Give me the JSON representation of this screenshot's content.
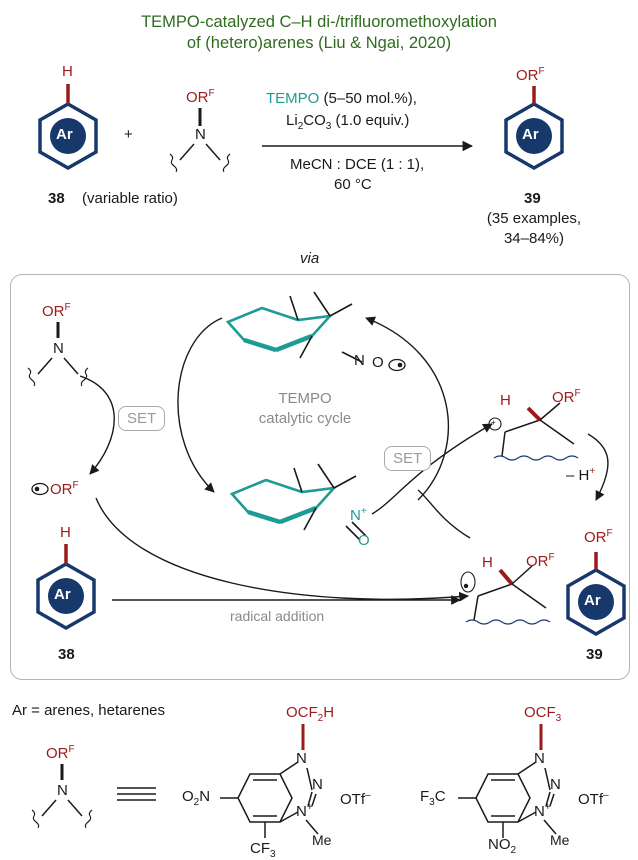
{
  "title": {
    "line1": "TEMPO-catalyzed C–H di-/trifluoromethoxylation",
    "line2": "of (hetero)arenes (Liu & Ngai, 2020)"
  },
  "atoms": {
    "H": "H",
    "Ar": "Ar",
    "OR": "OR",
    "F": "F",
    "N": "N",
    "O": "O",
    "Nplus": "N",
    "plus_sup": "+",
    "Me": "Me"
  },
  "scheme": {
    "plus_sign": "+",
    "substrate_number": "38",
    "substrate_note": "(variable ratio)",
    "product_number": "39",
    "product_note_line1": "(35 examples,",
    "product_note_line2": "34–84%)",
    "cond_tempo": "TEMPO",
    "cond_tempo_loading": " (5–50 mol.%),",
    "cond_base_a": "Li",
    "cond_base_sub1": "2",
    "cond_base_b": "CO",
    "cond_base_sub2": "3",
    "cond_base_c": " (1.0 equiv.)",
    "cond_solvent": "MeCN : DCE (1 : 1),",
    "cond_temp": "60 °C",
    "via": "via"
  },
  "cycle": {
    "set_left": "SET",
    "set_right": "SET",
    "center_line1": "TEMPO",
    "center_line2": "catalytic cycle",
    "minus_h": "– H",
    "minus_h_sup": "+",
    "radical_addition": "radical addition",
    "num_left": "38",
    "num_right": "39"
  },
  "bottom": {
    "ar_definition": "Ar = arenes, hetarenes",
    "reagent1": {
      "top_group": "OCF",
      "top_sub": "2",
      "top_tail": "H",
      "left_group": "O",
      "left_sub": "2",
      "left_tail": "N",
      "bottom_group": "CF",
      "bottom_sub": "3",
      "counterion": "OTf",
      "counterion_sup": "–"
    },
    "reagent2": {
      "top_group": "OCF",
      "top_sub": "3",
      "left_group": "F",
      "left_sub": "3",
      "left_tail": "C",
      "bottom_group": "NO",
      "bottom_sub": "2",
      "counterion": "OTf",
      "counterion_sup": "–"
    }
  },
  "colors": {
    "title_green": "#2e6b1f",
    "heteroatom_red": "#9b1b1b",
    "tempo_teal": "#1e9b94",
    "arene_navy": "#16386b",
    "frame_gray": "#b5b5b5"
  }
}
